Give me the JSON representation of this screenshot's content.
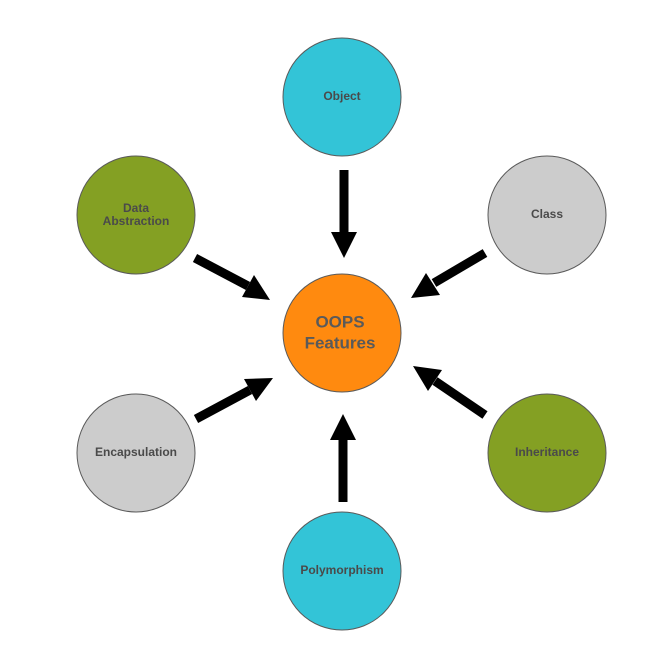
{
  "center": {
    "label_line1": "OOPS",
    "label_line2": "Features",
    "color": "#ff8a0f"
  },
  "nodes": [
    {
      "id": "object",
      "label_line1": "Object",
      "label_line2": "",
      "color": "#33c4d7"
    },
    {
      "id": "class",
      "label_line1": "Class",
      "label_line2": "",
      "color": "#cccccc"
    },
    {
      "id": "inheritance",
      "label_line1": "Inheritance",
      "label_line2": "",
      "color": "#84a023"
    },
    {
      "id": "polymorphism",
      "label_line1": "Polymorphism",
      "label_line2": "",
      "color": "#33c4d7"
    },
    {
      "id": "encapsulation",
      "label_line1": "Encapsulation",
      "label_line2": "",
      "color": "#cccccc"
    },
    {
      "id": "data-abstraction",
      "label_line1": "Data",
      "label_line2": "Abstraction",
      "color": "#84a023"
    }
  ],
  "arrow_color": "#000000"
}
